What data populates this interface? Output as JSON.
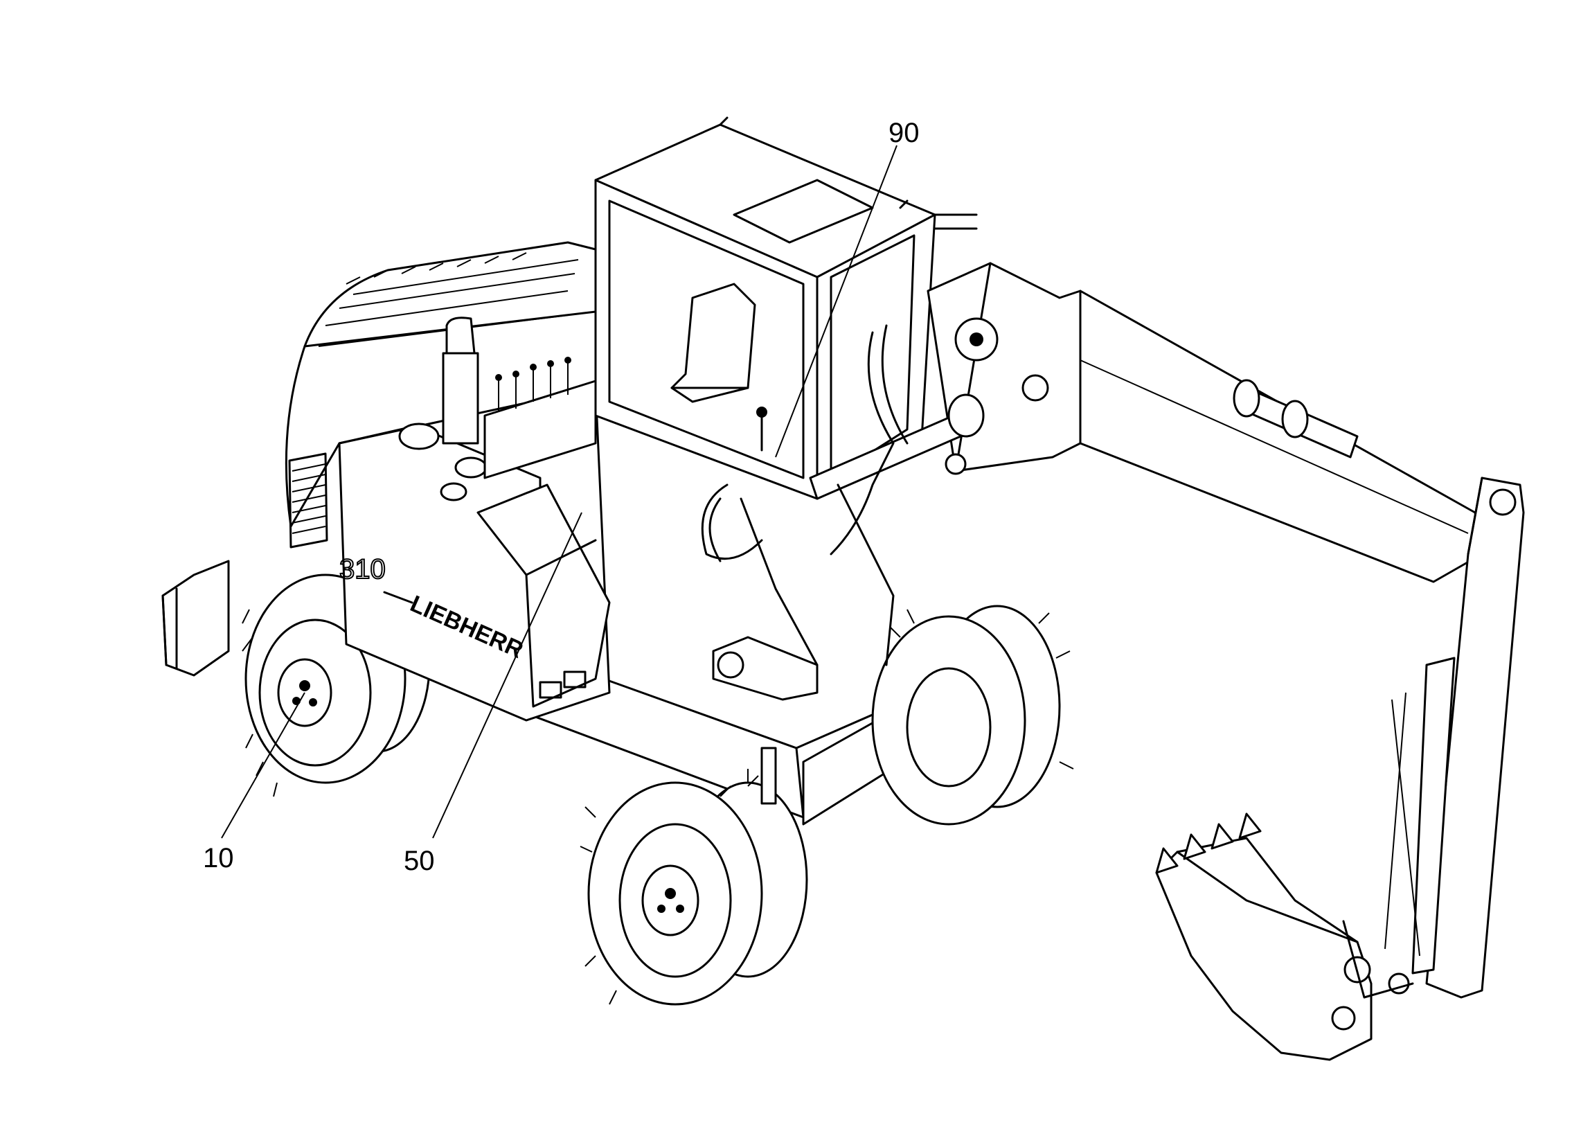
{
  "diagram": {
    "callouts": [
      {
        "id": "callout-10",
        "label": "10",
        "target": "rear-wheel-hub"
      },
      {
        "id": "callout-50",
        "label": "50",
        "target": "slewing-ring-lubrication"
      },
      {
        "id": "callout-90",
        "label": "90",
        "target": "boom-pivot-hoses"
      }
    ],
    "machine_lettering": {
      "model": "310",
      "brand": "LIEBHERR"
    }
  }
}
